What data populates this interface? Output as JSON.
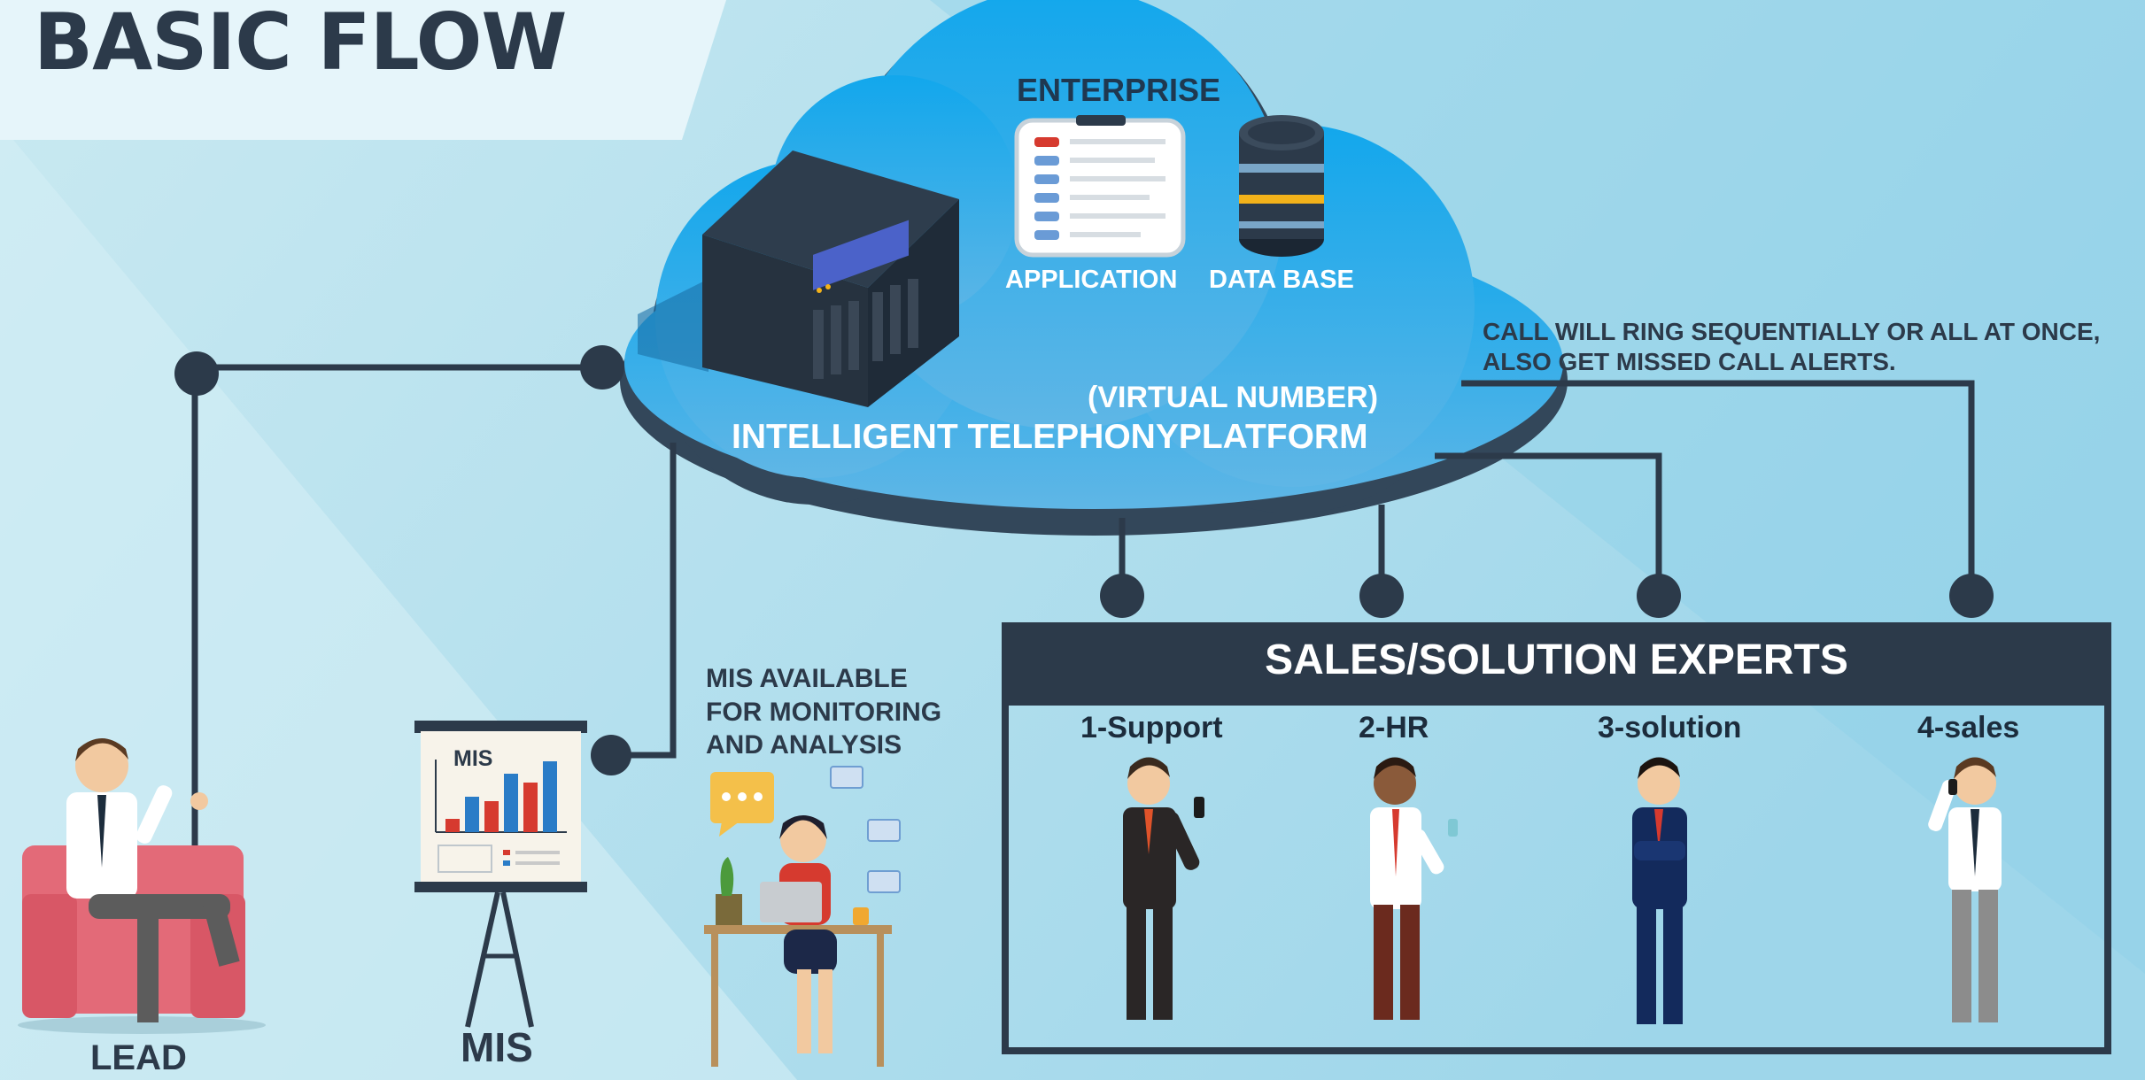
{
  "title": "BASIC FLOW",
  "cloud": {
    "enterprise": "ENTERPRISE",
    "application": "APPLICATION",
    "database": "DATA BASE",
    "virtual_number": "(VIRTUAL NUMBER)",
    "platform": "INTELLIGENT TELEPHONYPLATFORM"
  },
  "call_note": "CALL WILL RING SEQUENTIALLY OR ALL AT ONCE,\nALSO GET MISSED CALL ALERTS.",
  "mis_note": "MIS AVAILABLE\nFOR MONITORING\nAND ANALYSIS",
  "mis_board_label": "MIS",
  "mis_caption": "MIS",
  "lead_caption": "LEAD",
  "sales": {
    "heading": "SALES/SOLUTION EXPERTS",
    "columns": [
      "1-Support",
      "2-HR",
      "3-solution",
      "4-sales"
    ]
  },
  "colors": {
    "background": "#bfe3ee",
    "cloud": "#1aa5e6",
    "dark": "#2c3a4a",
    "accent_red": "#d63a2f",
    "accent_blue": "#2a7cc7"
  }
}
